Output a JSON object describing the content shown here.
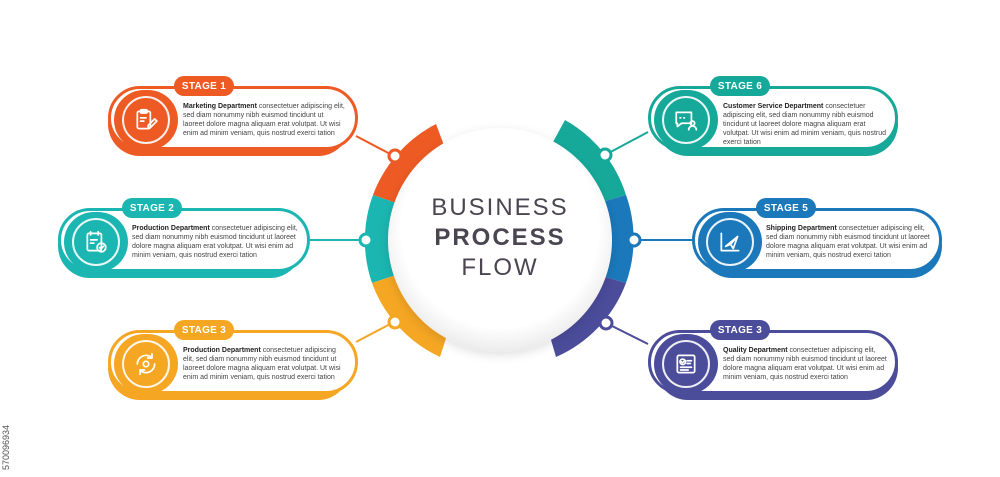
{
  "center": {
    "line1": "BUSINESS",
    "line2": "PROCESS",
    "line3": "FLOW"
  },
  "stages": [
    {
      "tab": "STAGE 1",
      "title": "Marketing Department",
      "body": "consectetuer adipiscing elit, sed diam nonummy nibh euismod tincidunt ut laoreet dolore magna aliquam erat volutpat. Ut wisi enim ad minim veniam, quis nostrud exerci tation",
      "color": "#ee5a24",
      "icon": "clipboard-edit-icon"
    },
    {
      "tab": "STAGE 2",
      "title": "Production Department",
      "body": "consectetuer adipiscing elit, sed diam nonummy nibh euismod tincidunt ut laoreet dolore magna aliquam erat volutpat. Ut wisi enim ad minim veniam, quis nostrud exerci tation",
      "color": "#1bb6b1",
      "icon": "checklist-icon"
    },
    {
      "tab": "STAGE 3",
      "title": "Production Department",
      "body": "consectetuer adipiscing elit, sed diam nonummy nibh euismod tincidunt ut laoreet dolore magna aliquam erat volutpat. Ut wisi enim ad minim veniam, quis nostrud exerci tation",
      "color": "#f5a623",
      "icon": "refresh-gear-icon"
    },
    {
      "tab": "STAGE 6",
      "title": "Customer Service Department",
      "body": "consectetuer adipiscing elit, sed diam nonummy nibh euismod tincidunt ut laoreet dolore magna aliquam erat volutpat. Ut wisi enim ad minim veniam, quis nostrud exerci tation",
      "color": "#16a99a",
      "icon": "chat-user-icon"
    },
    {
      "tab": "STAGE 5",
      "title": "Shipping Department",
      "body": "consectetuer adipiscing elit, sed diam nonummy nibh euismod tincidunt ut laoreet dolore magna aliquam erat volutpat. Ut wisi enim ad minim veniam, quis nostrud exerci tation",
      "color": "#1b78bb",
      "icon": "send-plane-icon"
    },
    {
      "tab": "STAGE 3",
      "title": "Quality Department",
      "body": "consectetuer adipiscing elit, sed diam nonummy nibh euismod tincidunt ut laoreet dolore magna aliquam erat volutpat. Ut wisi enim ad minim veniam, quis nostrud exerci tation",
      "color": "#4b4c9a",
      "icon": "quality-check-icon"
    }
  ],
  "side_label": "570096934"
}
